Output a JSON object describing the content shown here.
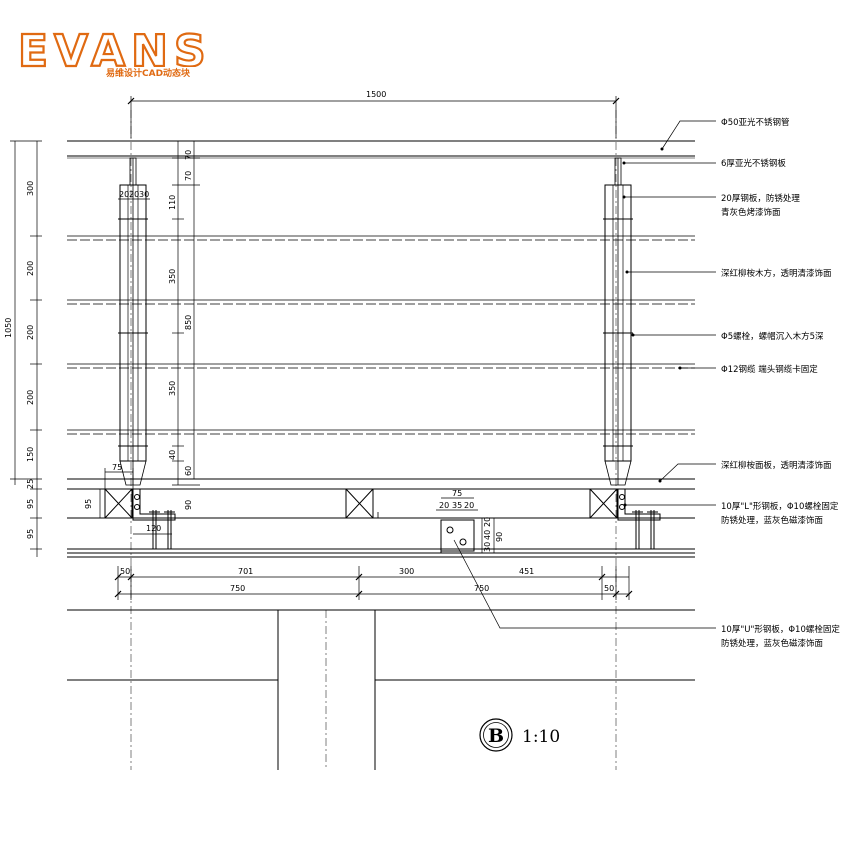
{
  "logo": {
    "wordmark": "EVANS",
    "tagline": "易维设计CAD动态块",
    "brand_color": "#e06a12"
  },
  "notes": [
    {
      "text": "Φ50亚光不锈钢管"
    },
    {
      "text": "6厚亚光不锈钢板"
    },
    {
      "text": "20厚钢板，防锈处理"
    },
    {
      "text": "青灰色烤漆饰面"
    },
    {
      "text": "深红柳桉木方，透明清漆饰面"
    },
    {
      "text": "Φ5螺栓，螺帽沉入木方5深"
    },
    {
      "text": "Φ12钢缆  端头钢缆卡固定"
    },
    {
      "text": "深红柳桉面板，透明清漆饰面"
    },
    {
      "text": "10厚\"L\"形钢板，Φ10螺栓固定"
    },
    {
      "text": "防锈处理，蓝灰色磁漆饰面"
    },
    {
      "text": "10厚\"U\"形钢板，Φ10螺栓固定"
    },
    {
      "text": "防锈处理，蓝灰色磁漆饰面"
    }
  ],
  "dimensions": {
    "top_span": "1500",
    "left_total": "1050",
    "left_chain": [
      "300",
      "200",
      "200",
      "200",
      "150",
      "25",
      "95",
      "95"
    ],
    "post_widths": [
      "20",
      "20",
      "30"
    ],
    "inner_chain_a": [
      "70",
      "70",
      "110",
      "350",
      "350",
      "40",
      "60"
    ],
    "inner_850": "850",
    "inner_90": "90",
    "bottom_75": "75",
    "bottom_95": "95",
    "bottom_120": "120",
    "mid_75": "75",
    "mid_chain": [
      "20",
      "35",
      "20"
    ],
    "small_vert": [
      "20",
      "40",
      "30",
      "90"
    ],
    "bottom_row1": [
      "50",
      "701",
      "300",
      "451"
    ],
    "bottom_row2": [
      "750",
      "750",
      "50"
    ]
  },
  "section_mark": {
    "letter": "B",
    "scale": "1:10"
  }
}
